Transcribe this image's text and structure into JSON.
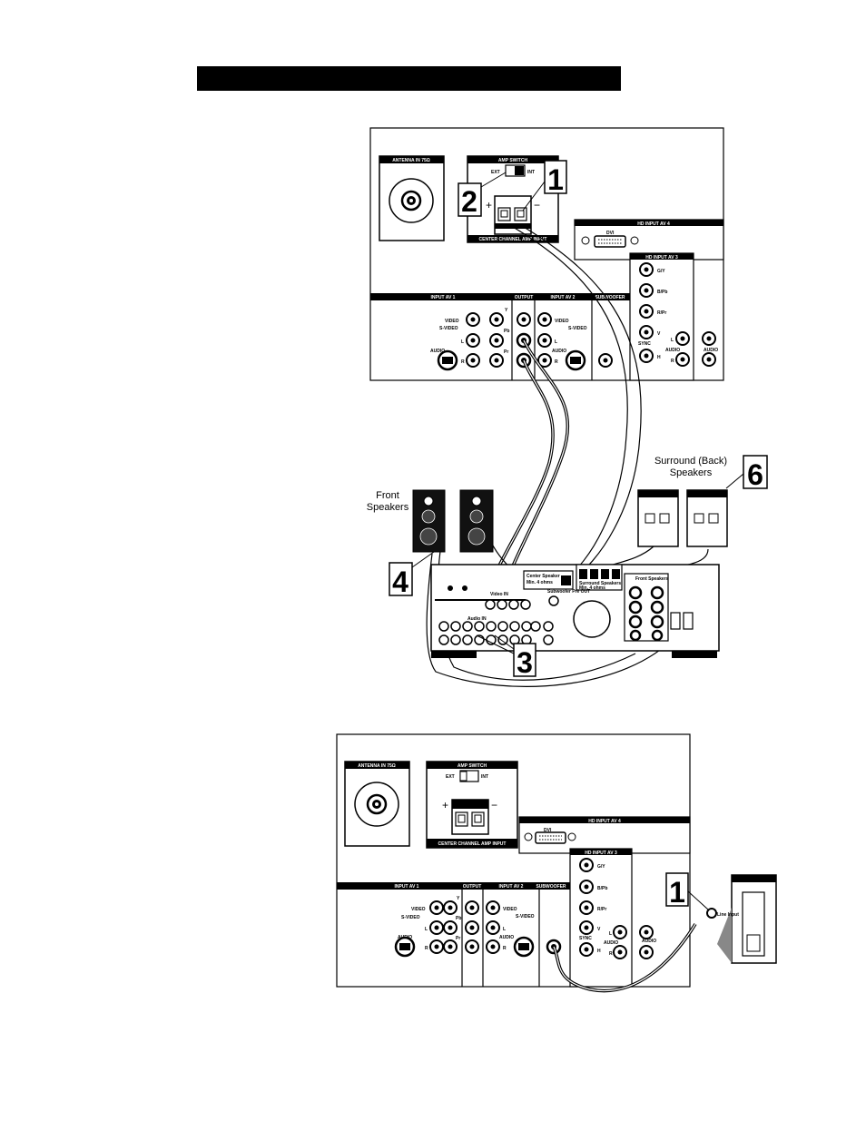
{
  "header": {
    "title": ""
  },
  "diagram1": {
    "panel": {
      "antenna_section": "ANTENNA IN 75Ω",
      "amp_switch_section": "AMP SWITCH",
      "ext_label": "EXT",
      "int_label": "INT",
      "plus": "+",
      "minus": "−",
      "center_channel_label": "CENTER CHANNEL AMP INPUT",
      "hd_input_av4": "HD INPUT AV 4",
      "dvi_label": "DVI",
      "hd_input_av3": "HD INPUT AV 3",
      "gy": "G/Y",
      "bpb": "B/Pb",
      "rpr": "R/Pr",
      "v": "V",
      "sync": "SYNC",
      "h": "H",
      "input_av1": "INPUT AV 1",
      "output": "OUTPUT",
      "input_av2": "INPUT AV 2",
      "subwoofer": "SUBWOOFER",
      "video": "VIDEO",
      "svideo": "S-VIDEO",
      "audio": "AUDIO",
      "l": "L",
      "r": "R",
      "y": "Y",
      "pb": "Pb",
      "pr": "Pr"
    },
    "callouts": {
      "c1": "1",
      "c2": "2",
      "c3": "3",
      "c4": "4",
      "c6": "6"
    },
    "front_speakers_line1": "Front",
    "front_speakers_line2": "Speakers",
    "surround_line1": "Surround (Back)",
    "surround_line2": "Speakers",
    "receiver": {
      "center_speaker": "Center Speaker",
      "center_ohms": "Min. 4 ohms",
      "surround_speaker": "Surround Speakers",
      "surround_ohms": "Min. 4 ohms",
      "front_speakers": "Front Speakers",
      "video_in": "Video IN",
      "audio_in": "Audio IN",
      "subwoofer_out": "Subwoofer Pre OUT"
    }
  },
  "diagram2": {
    "panel": {
      "antenna_section": "ANTENNA IN 75Ω",
      "amp_switch_section": "AMP SWITCH",
      "ext_label": "EXT",
      "int_label": "INT",
      "plus": "+",
      "minus": "−",
      "center_channel_label": "CENTER CHANNEL AMP INPUT",
      "hd_input_av4": "HD INPUT AV 4",
      "dvi_label": "DVI",
      "hd_input_av3": "HD INPUT AV 3",
      "gy": "G/Y",
      "bpb": "B/Pb",
      "rpr": "R/Pr",
      "v": "V",
      "sync": "SYNC",
      "h": "H",
      "input_av1": "INPUT AV 1",
      "output": "OUTPUT",
      "input_av2": "INPUT AV 2",
      "subwoofer": "SUBWOOFER",
      "video": "VIDEO",
      "svideo": "S-VIDEO",
      "audio": "AUDIO",
      "l": "L",
      "r": "R",
      "y": "Y",
      "pb": "Pb",
      "pr": "Pr"
    },
    "callouts": {
      "c1": "1"
    },
    "subwoofer_jack": "Line Input"
  },
  "colors": {
    "ink": "#000000",
    "paper": "#ffffff",
    "header_bar": "#000000"
  }
}
